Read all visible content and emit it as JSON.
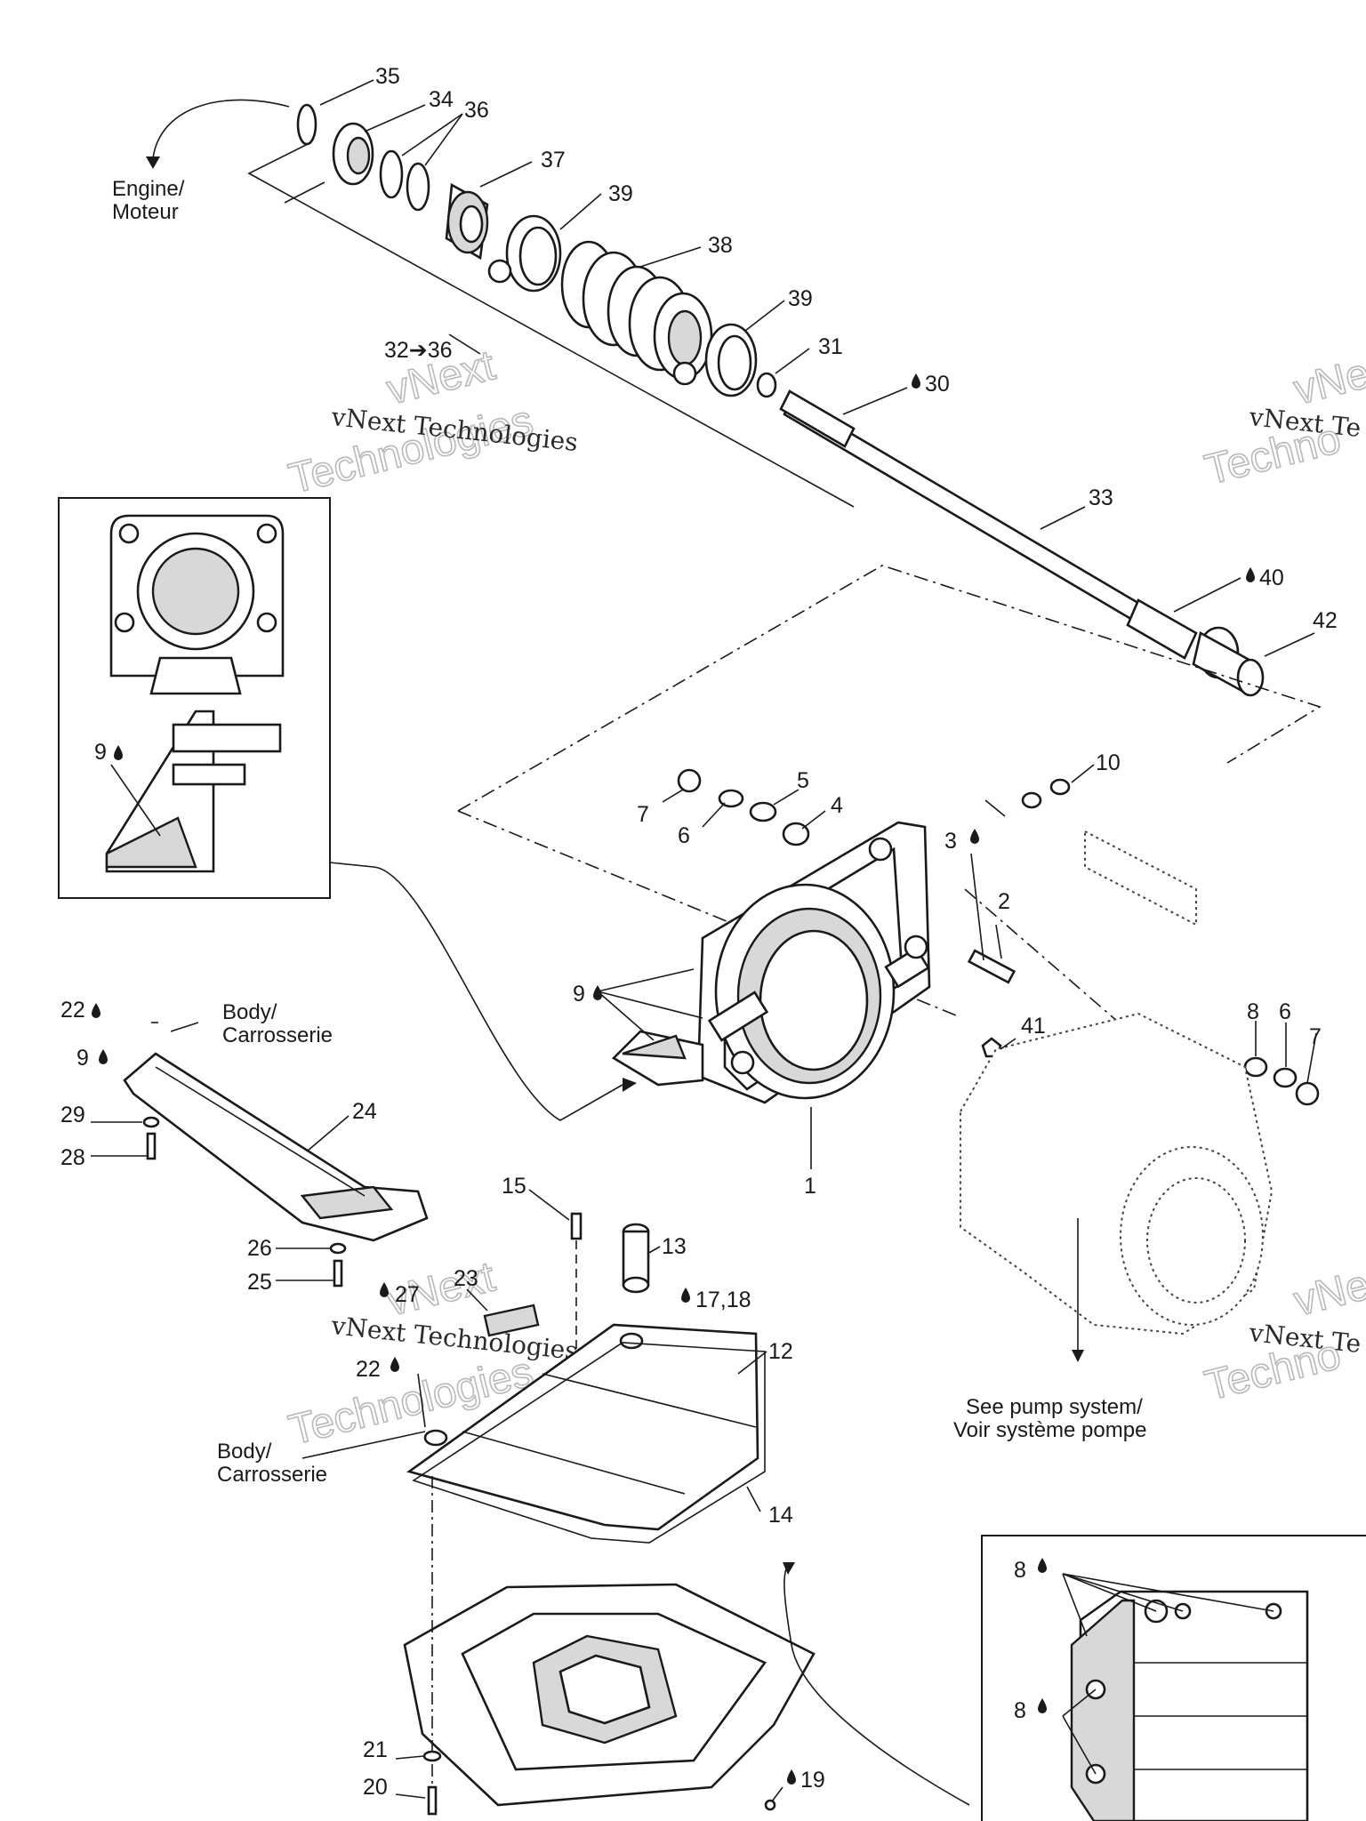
{
  "callouts": [
    {
      "id": "c35",
      "text": "35"
    },
    {
      "id": "c34",
      "text": "34"
    },
    {
      "id": "c36a",
      "text": "36"
    },
    {
      "id": "c37",
      "text": "37"
    },
    {
      "id": "c39a",
      "text": "39"
    },
    {
      "id": "c38",
      "text": "38"
    },
    {
      "id": "c39b",
      "text": "39"
    },
    {
      "id": "c31",
      "text": "31"
    },
    {
      "id": "c30",
      "text": "30"
    },
    {
      "id": "c3236",
      "text": "32➔36"
    },
    {
      "id": "c33",
      "text": "33"
    },
    {
      "id": "c40",
      "text": "40"
    },
    {
      "id": "c42",
      "text": "42"
    },
    {
      "id": "c10",
      "text": "10"
    },
    {
      "id": "c5",
      "text": "5"
    },
    {
      "id": "c7a",
      "text": "7"
    },
    {
      "id": "c4",
      "text": "4"
    },
    {
      "id": "c6a",
      "text": "6"
    },
    {
      "id": "c3",
      "text": "3"
    },
    {
      "id": "c2",
      "text": "2"
    },
    {
      "id": "c9a",
      "text": "9"
    },
    {
      "id": "c9b",
      "text": "9"
    },
    {
      "id": "c41",
      "text": "41"
    },
    {
      "id": "c8a",
      "text": "8"
    },
    {
      "id": "c6b",
      "text": "6"
    },
    {
      "id": "c7b",
      "text": "7"
    },
    {
      "id": "c1",
      "text": "1"
    },
    {
      "id": "c22a",
      "text": "22"
    },
    {
      "id": "c9c",
      "text": "9"
    },
    {
      "id": "c29",
      "text": "29"
    },
    {
      "id": "c24",
      "text": "24"
    },
    {
      "id": "c28",
      "text": "28"
    },
    {
      "id": "c15",
      "text": "15"
    },
    {
      "id": "c13",
      "text": "13"
    },
    {
      "id": "c26",
      "text": "26"
    },
    {
      "id": "c25",
      "text": "25"
    },
    {
      "id": "c27",
      "text": "27"
    },
    {
      "id": "c23",
      "text": "23"
    },
    {
      "id": "c1718",
      "text": "17,18"
    },
    {
      "id": "c12",
      "text": "12"
    },
    {
      "id": "c22b",
      "text": "22"
    },
    {
      "id": "c14",
      "text": "14"
    },
    {
      "id": "c8b",
      "text": "8"
    },
    {
      "id": "c8c",
      "text": "8"
    },
    {
      "id": "c21",
      "text": "21"
    },
    {
      "id": "c20",
      "text": "20"
    },
    {
      "id": "c19",
      "text": "19"
    }
  ],
  "notes": {
    "engine_line1": "Engine/",
    "engine_line2": "Moteur",
    "body1_line1": "Body/",
    "body1_line2": "Carrosserie",
    "body2_line1": "Body/",
    "body2_line2": "Carrosserie",
    "pump_line1": "See pump system/",
    "pump_line2": "Voir système pompe"
  },
  "watermarks": {
    "brand": "vNext Technologies",
    "brand_short_1": "vNext",
    "brand_short_2": "Technologies",
    "brand_clip_1": "vNe",
    "brand_clip_2": "vNext Te",
    "brand_clip_3": "Techno"
  },
  "icons": {
    "sealant": "droplet-icon"
  }
}
